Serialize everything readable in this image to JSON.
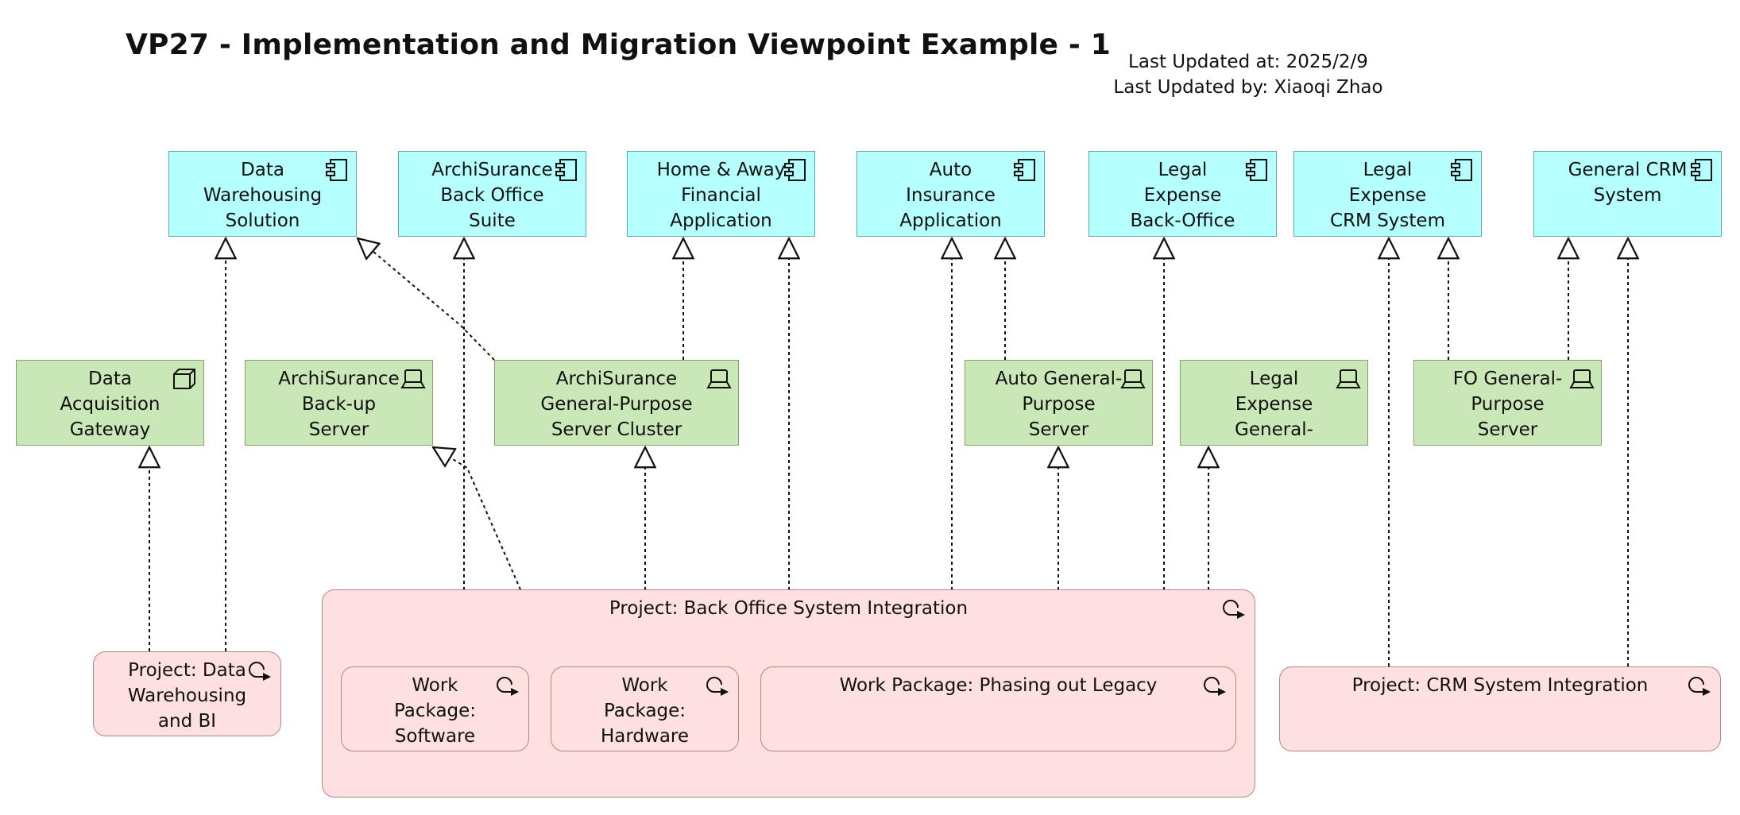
{
  "diagram": {
    "title": "VP27 - Implementation and Migration Viewpoint Example - 1",
    "last_updated_at": "Last Updated at: 2025/2/9",
    "last_updated_by": "Last Updated by: Xiaoqi Zhao"
  },
  "colors": {
    "application": "#b5ffff",
    "technology": "#c9e7b7",
    "implementation": "#ffe0e0"
  },
  "applications": {
    "data_warehousing": "Data\nWarehousing\nSolution",
    "archisurance_back_office": "ArchiSurance\nBack Office\nSuite",
    "home_away": "Home & Away\nFinancial\nApplication",
    "auto_insurance": "Auto Insurance\nApplication",
    "legal_backoffice": "Legal Expense\nBack-Office\nSystem",
    "legal_crm": "Legal Expense\nCRM System",
    "general_crm": "General CRM\nSystem"
  },
  "technology": {
    "data_acquisition": "Data\nAcquisition\nGateway",
    "backup_cluster": "ArchiSurance\nBack-up\nServer Cluster",
    "general_cluster": "ArchiSurance\nGeneral-Purpose\nServer Cluster",
    "auto_server": "Auto General-\nPurpose Server",
    "legal_server": "Legal Expense\nGeneral-\nPurpose Server",
    "fo_server": "FO General-\nPurpose Server"
  },
  "implementation": {
    "back_office_project": "Project: Back Office System Integration",
    "data_warehousing_project": "Project: Data\nWarehousing\nand BI",
    "wp_software": "Work Package:\nSoftware\nModification",
    "wp_hardware": "Work Package:\nHardware",
    "wp_phasing": "Work Package: Phasing out Legacy",
    "crm_project": "Project: CRM System Integration"
  }
}
